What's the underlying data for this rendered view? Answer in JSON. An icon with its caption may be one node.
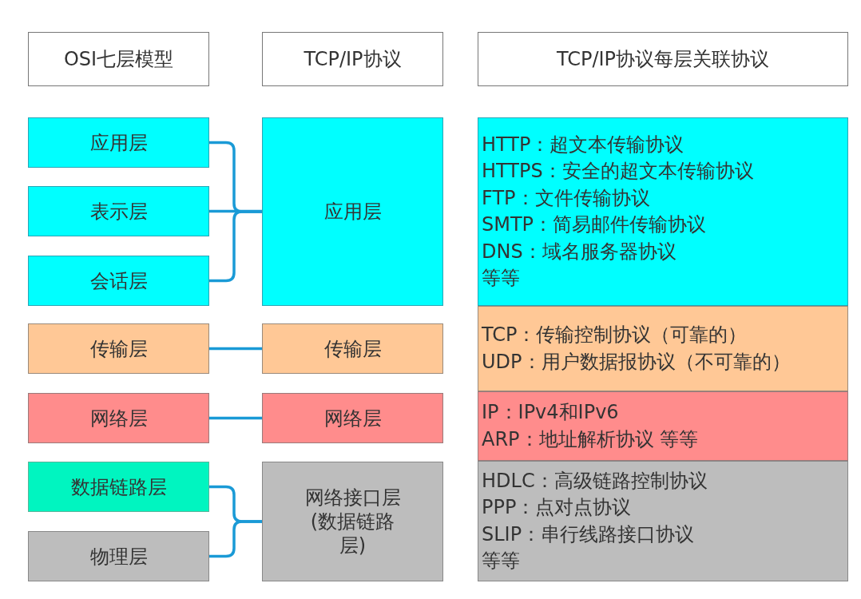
{
  "diagram": {
    "nodes": [
      {
        "text": [
          "OSI七层模型"
        ]
      },
      {
        "text": [
          "TCP/IP协议"
        ]
      },
      {
        "text": [
          "TCP/IP协议每层关联协议"
        ]
      },
      {
        "text": [
          "应用层"
        ]
      },
      {
        "text": [
          "表示层"
        ]
      },
      {
        "text": [
          "会话层"
        ]
      },
      {
        "text": [
          "传输层"
        ]
      },
      {
        "text": [
          "网络层"
        ]
      },
      {
        "text": [
          "数据链路层"
        ]
      },
      {
        "text": [
          "物理层"
        ]
      },
      {
        "text": [
          "应用层"
        ]
      },
      {
        "text": [
          "传输层"
        ]
      },
      {
        "text": [
          "网络层"
        ]
      },
      {
        "text": [
          "网络接口层(数据链路层)"
        ]
      },
      {
        "text": [
          "HTTP：超文本传输协议",
          "HTTPS：安全的超文本传输协议",
          "FTP：文件传输协议",
          "SMTP：简易邮件传输协议",
          "DNS：域名服务器协议",
          "等等"
        ]
      },
      {
        "text": [
          "TCP：传输控制协议（可靠的）",
          "UDP：用户数据报协议（不可靠的）"
        ]
      },
      {
        "text": [
          "IP：IPv4和IPv6",
          "ARP：地址解析协议 等等"
        ]
      },
      {
        "text": [
          "HDLC：高级链路控制协议",
          "PPP：点对点协议",
          "SLIP：串行线路接口协议",
          "等等"
        ]
      }
    ],
    "edges": [
      {
        "from": 3,
        "to": 10,
        "arrow": "none"
      },
      {
        "from": 4,
        "to": 10,
        "arrow": "none"
      },
      {
        "from": 5,
        "to": 10,
        "arrow": "none"
      },
      {
        "from": 6,
        "to": 11,
        "arrow": "none"
      },
      {
        "from": 7,
        "to": 12,
        "arrow": "none"
      },
      {
        "from": 8,
        "to": 13,
        "arrow": "none"
      },
      {
        "from": 9,
        "to": 13,
        "arrow": "none"
      }
    ]
  }
}
